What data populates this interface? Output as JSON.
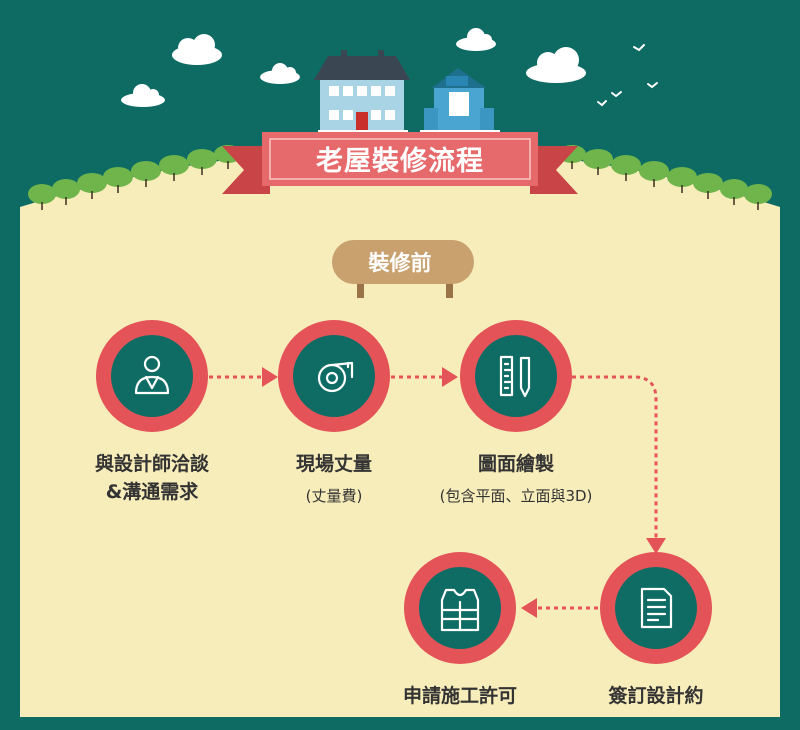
{
  "title": "老屋裝修流程",
  "stage_label": "裝修前",
  "steps": [
    {
      "line1": "與設計師洽談",
      "line2": "&溝通需求",
      "sub": ""
    },
    {
      "line1": "現場丈量",
      "line2": "",
      "sub": "(丈量費)"
    },
    {
      "line1": "圖面繪製",
      "line2": "",
      "sub": "(包含平面、立面與3D)"
    },
    {
      "line1": "簽訂設計約",
      "line2": "",
      "sub": ""
    },
    {
      "line1": "申請施工許可",
      "line2": "",
      "sub": ""
    }
  ],
  "icons": [
    "person-icon",
    "tape-measure-icon",
    "ruler-pencil-icon",
    "contract-document-icon",
    "safety-vest-icon"
  ],
  "colors": {
    "background": "#0d6b63",
    "field": "#f7edba",
    "red": "#e45358",
    "circle_inner": "#0f6c65",
    "banner": "#e66a6b",
    "sign": "#c8a16f",
    "trees": "#6fb54b"
  }
}
